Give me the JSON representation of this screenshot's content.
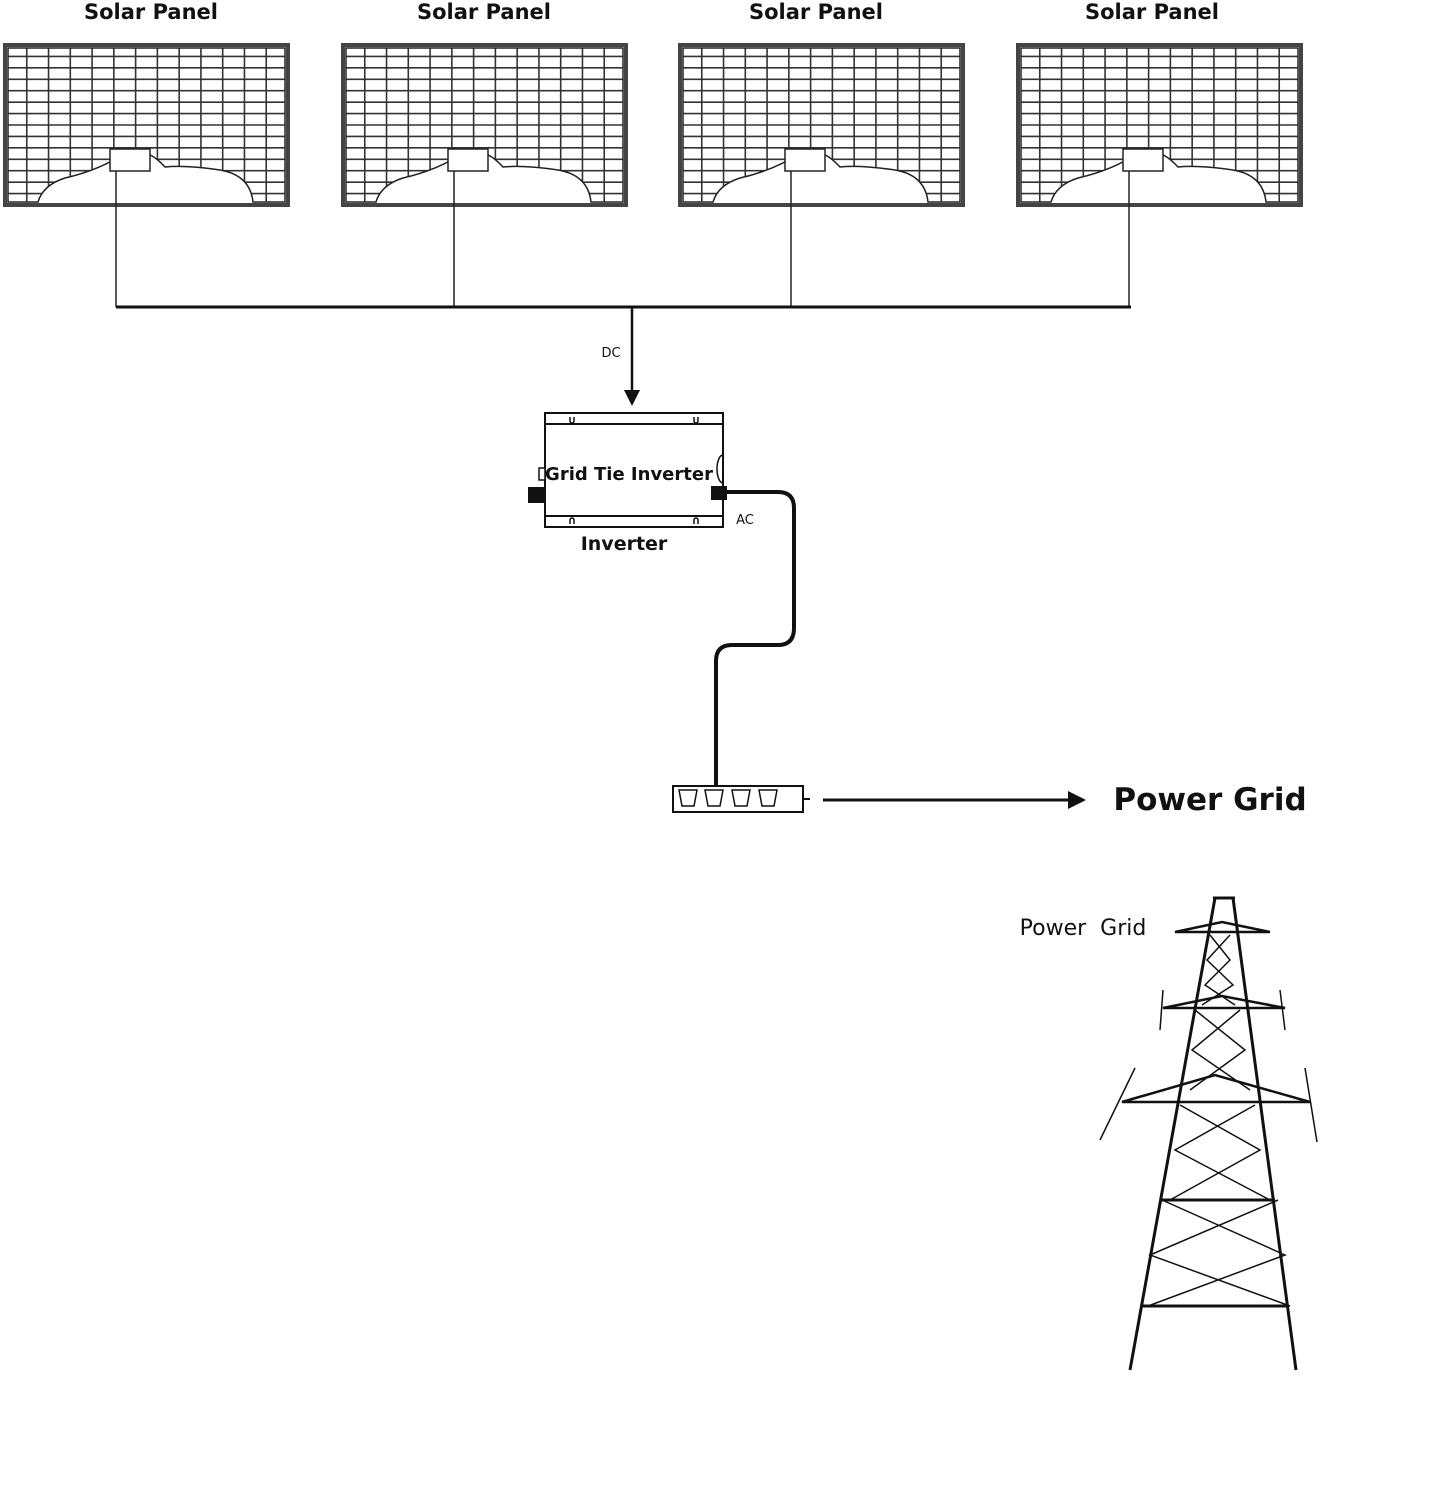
{
  "panels": [
    {
      "label": "Solar Panel"
    },
    {
      "label": "Solar Panel"
    },
    {
      "label": "Solar Panel"
    },
    {
      "label": "Solar Panel"
    }
  ],
  "dc_label": "DC",
  "inverter": {
    "device_text": "Grid Tie Inverter",
    "caption": "Inverter",
    "ac_label": "AC"
  },
  "power_grid_heading": "Power Grid",
  "tower_label": "Power  Grid",
  "colors": {
    "line": "#111111",
    "panel_frame": "#555555",
    "background": "#ffffff"
  }
}
